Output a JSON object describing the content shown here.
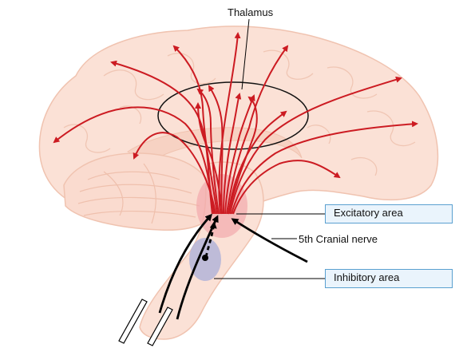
{
  "labels": {
    "thalamus": "Thalamus",
    "excitatory_area": "Excitatory area",
    "cranial_nerve": "5th Cranial nerve",
    "inhibitory_area": "Inhibitory area"
  },
  "colors": {
    "brain_fill": "#fbe1d6",
    "brain_outline": "#f0c3b0",
    "pathway_arrows": "#cc1b22",
    "excitatory_area": "#f2a9ad",
    "inhibitory_area": "#b3b4d8",
    "label_box_fill": "#eaf4fc",
    "label_box_border": "#5aa0d0"
  }
}
